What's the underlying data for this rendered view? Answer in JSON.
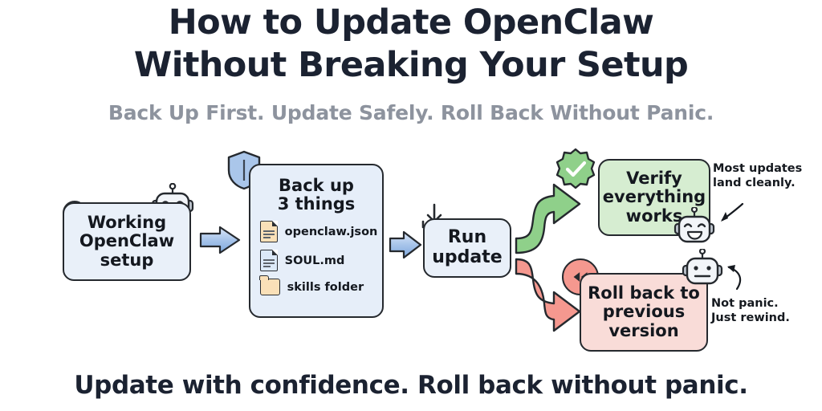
{
  "header": {
    "title": "How to Update OpenClaw\nWithout Breaking Your Setup",
    "subtitle": "Back Up First. Update Safely. Roll Back Without Panic."
  },
  "footer": {
    "text": "Update with confidence. Roll back without panic."
  },
  "flow": {
    "start": {
      "label_line1": "Working",
      "label_line2": "OpenClaw",
      "label_line3": "setup",
      "status_icon": "green-status-dot",
      "mascot": "happy-robot",
      "color": "#e9f0f9"
    },
    "backup": {
      "title_line1": "Back up",
      "title_line2": "3 things",
      "badge_icon": "shield-icon",
      "color": "#e6eef9",
      "items": [
        {
          "label": "openclaw.json",
          "icon": "document-icon",
          "icon_color": "#fae0b8"
        },
        {
          "label": "SOUL.md",
          "icon": "document-icon",
          "icon_color": "#dce9f8"
        },
        {
          "label": "skills folder",
          "icon": "folder-icon",
          "icon_color": "#fae0b8"
        }
      ]
    },
    "run": {
      "label_line1": "Run",
      "label_line2": "update",
      "badge_icon": "download-icon",
      "color": "#e9f0f9"
    },
    "success": {
      "label_line1": "Verify",
      "label_line2": "everything",
      "label_line3": "works",
      "badge_icon": "check-badge-icon",
      "mascot": "happy-robot",
      "color": "#d6edd1",
      "arrow_color": "#8fd08a",
      "note": "Most updates\nland cleanly."
    },
    "rollback": {
      "label_line1": "Roll back to",
      "label_line2": "previous",
      "label_line3": "version",
      "badge_icon": "rewind-icon",
      "mascot": "neutral-robot",
      "color": "#f9dcd8",
      "arrow_color": "#f5988f",
      "note": "Not panic.\nJust rewind."
    },
    "connector_arrow_color": "#a7c4ea"
  }
}
